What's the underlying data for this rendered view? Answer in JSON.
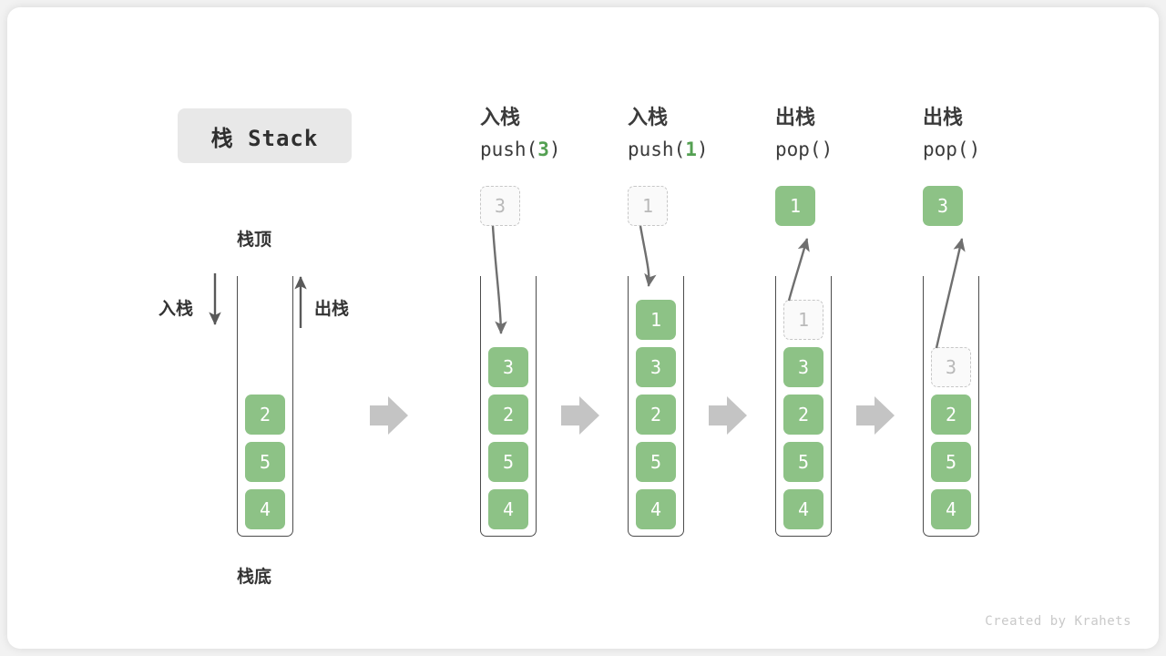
{
  "title_badge": {
    "label": "栈 Stack"
  },
  "labels": {
    "top": "栈顶",
    "bottom": "栈底",
    "push_side": "入栈",
    "pop_side": "出栈"
  },
  "watermark": "Created by Krahets",
  "colors": {
    "cell_green": "#8dc286",
    "ghost_fill": "#fafafa",
    "ghost_border": "#c7c7c7",
    "badge_bg": "#e8e8e8",
    "accent_num": "#54a052",
    "arrow_gray": "#6f6f6f",
    "transition_arrow": "#c4c4c4",
    "wall": "#4c4c4c",
    "canvas_bg": "#ffffff",
    "page_bg": "#f2f2f2"
  },
  "columns": [
    {
      "id": "initial",
      "op_label": "",
      "call_label": "",
      "stack": [
        "2",
        "5",
        "4"
      ],
      "incoming": null,
      "outgoing": null
    },
    {
      "id": "push-3",
      "op_label": "入栈",
      "call_label_prefix": "push(",
      "call_label_num": "3",
      "call_label_suffix": ")",
      "stack": [
        "3",
        "2",
        "5",
        "4"
      ],
      "incoming": "3",
      "outgoing": null
    },
    {
      "id": "push-1",
      "op_label": "入栈",
      "call_label_prefix": "push(",
      "call_label_num": "1",
      "call_label_suffix": ")",
      "stack": [
        "1",
        "3",
        "2",
        "5",
        "4"
      ],
      "incoming": "1",
      "outgoing": null
    },
    {
      "id": "pop-1",
      "op_label": "出栈",
      "call_label_prefix": "pop(",
      "call_label_num": "",
      "call_label_suffix": ")",
      "stack": [
        "3",
        "2",
        "5",
        "4"
      ],
      "ghost_top": "1",
      "outgoing": "1"
    },
    {
      "id": "pop-3",
      "op_label": "出栈",
      "call_label_prefix": "pop(",
      "call_label_num": "",
      "call_label_suffix": ")",
      "stack": [
        "2",
        "5",
        "4"
      ],
      "ghost_top": "3",
      "outgoing": "3"
    }
  ]
}
